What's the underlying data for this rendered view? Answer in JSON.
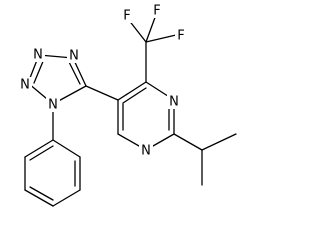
{
  "molecule": {
    "type": "chemical-structure",
    "atoms": {
      "F1": "F",
      "F2": "F",
      "F3": "F",
      "N_tz1": "N",
      "N_tz2": "N",
      "N_tz3": "N",
      "N_tz4": "N",
      "N_pyr3": "N",
      "N_pyr1": "N"
    },
    "colors": {
      "bond": "#000000",
      "label": "#000000",
      "background": "#ffffff"
    }
  }
}
